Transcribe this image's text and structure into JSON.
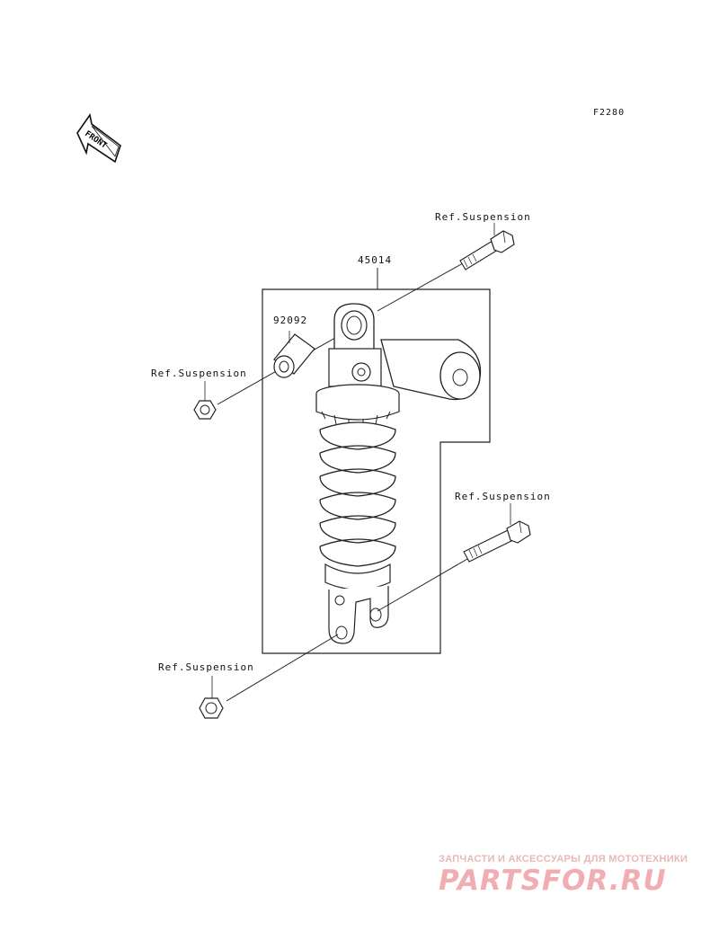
{
  "figure": {
    "code": "F2280",
    "direction_marker": "FRONT"
  },
  "parts": {
    "assembly": "45014",
    "bushing": "92092"
  },
  "references": {
    "upper_bolt": "Ref.Suspension",
    "upper_nut": "Ref.Suspension",
    "lower_bolt": "Ref.Suspension",
    "lower_nut": "Ref.Suspension"
  },
  "watermark": {
    "tagline": "ЗАПЧАСТИ И АКСЕССУАРЫ ДЛЯ МОТОТЕХНИКИ",
    "logo": "PARTSFOR.RU"
  },
  "icons": [
    "front-arrow-icon"
  ]
}
